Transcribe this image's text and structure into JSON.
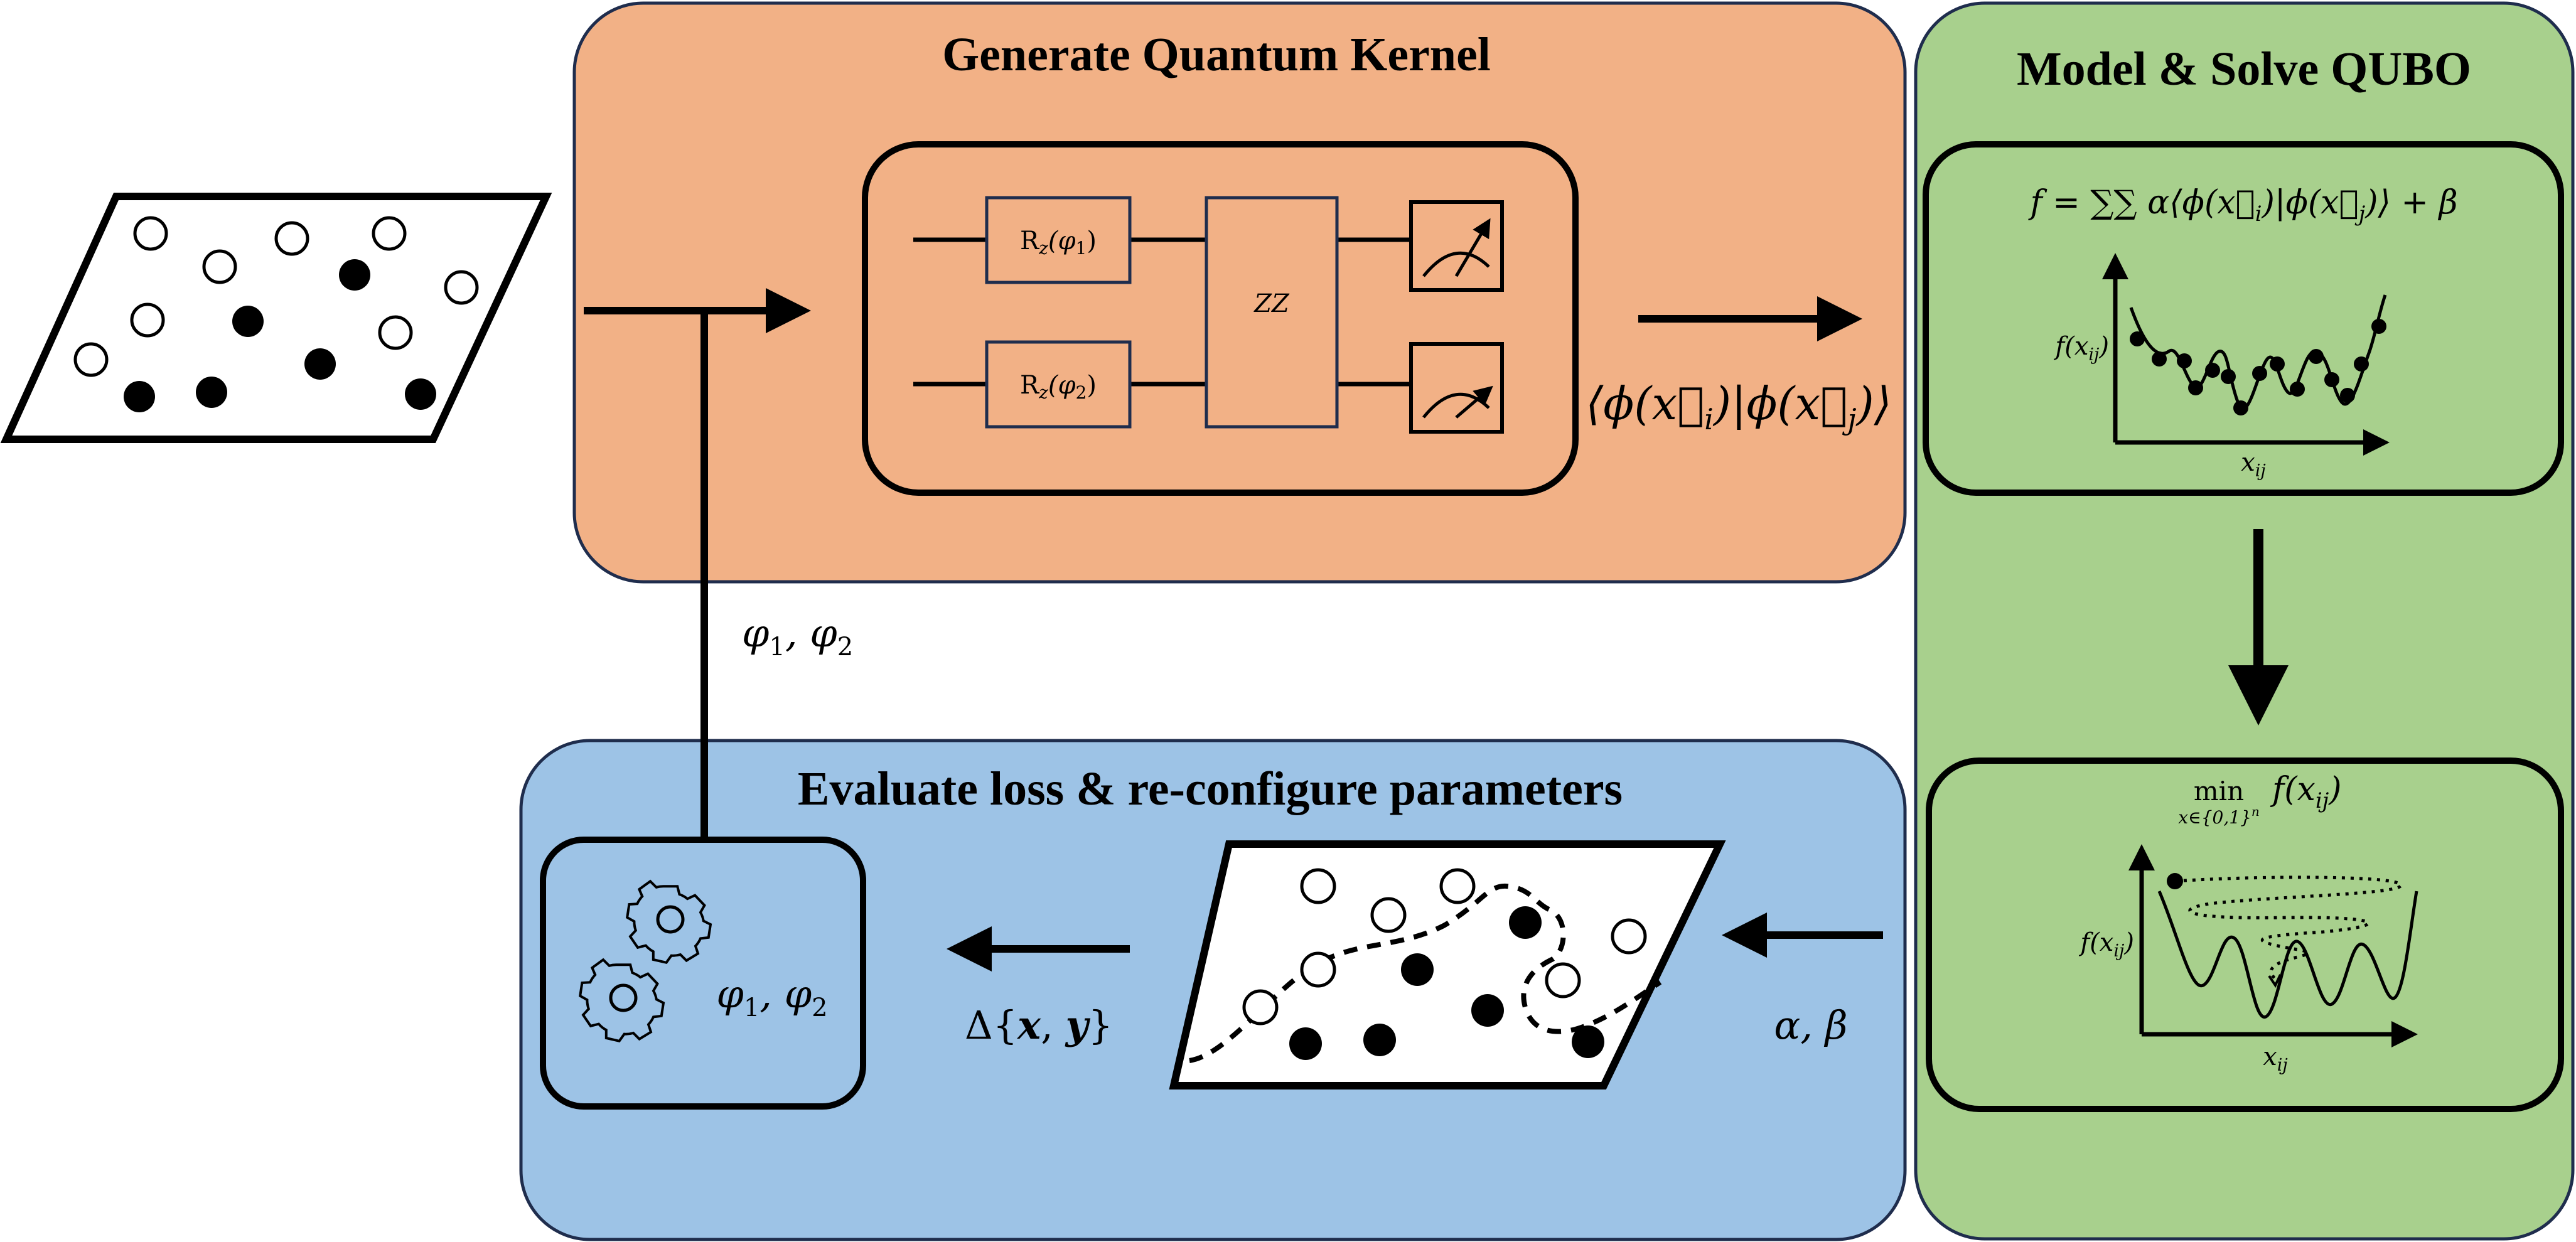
{
  "panels": {
    "kernel": {
      "title": "Generate Quantum Kernel",
      "fill": "#f2b186",
      "stroke": "#1f2d4d"
    },
    "qubo": {
      "title": "Model & Solve QUBO",
      "fill": "#a8d08d",
      "stroke": "#1f2d4d"
    },
    "loss": {
      "title": "Evaluate loss & re-configure parameters",
      "fill": "#9dc3e6",
      "stroke": "#1f2d4d"
    }
  },
  "circuit": {
    "gate1": "R",
    "gate1_sub": "z",
    "gate1_arg": "(φ",
    "gate1_arg_sub": "1",
    "gate1_close": ")",
    "gate2": "R",
    "gate2_sub": "z",
    "gate2_arg": "(φ",
    "gate2_arg_sub": "2",
    "gate2_close": ")",
    "entangler": "ZZ",
    "measure_icon": "measurement-meter-icon"
  },
  "kernel_output": {
    "open": "⟨ϕ(x⃗",
    "i": "i",
    "mid": ")|ϕ(x⃗",
    "j": "j",
    "close": ")⟩"
  },
  "feedback_params": {
    "phi": "φ",
    "one": "1",
    "sep": ", φ",
    "two": "2"
  },
  "qubo_formula": {
    "lhs": "f = ∑∑ α⟨ϕ(x⃗",
    "i": "i",
    "mid": ")|ϕ(x⃗",
    "j": "j",
    "rhs": ")⟩ + β"
  },
  "qubo_plot": {
    "ylabel": "f(x",
    "ylabel_sub": "ij",
    "ylabel_close": ")",
    "xlabel": "x",
    "xlabel_sub": "ij"
  },
  "minimize": {
    "min": "min",
    "sub": "x∈{0,1}",
    "sub_sup": "n",
    "expr": "f(x",
    "expr_sub": "ij",
    "expr_close": ")",
    "ylabel": "f(x",
    "ylabel_sub": "ij",
    "ylabel_close": ")",
    "xlabel": "x",
    "xlabel_sub": "ij"
  },
  "alpha_beta": "α, β",
  "delta_xy": {
    "delta": "Δ{",
    "x": "x",
    "comma": ", ",
    "y": "y",
    "close": "}"
  },
  "optimizer": {
    "gear_icon": "gear-icon",
    "phi": "φ",
    "one": "1",
    "sep": ", φ",
    "two": "2"
  },
  "colors": {
    "line": "#000000",
    "box_stroke": "#1f2d4d"
  }
}
